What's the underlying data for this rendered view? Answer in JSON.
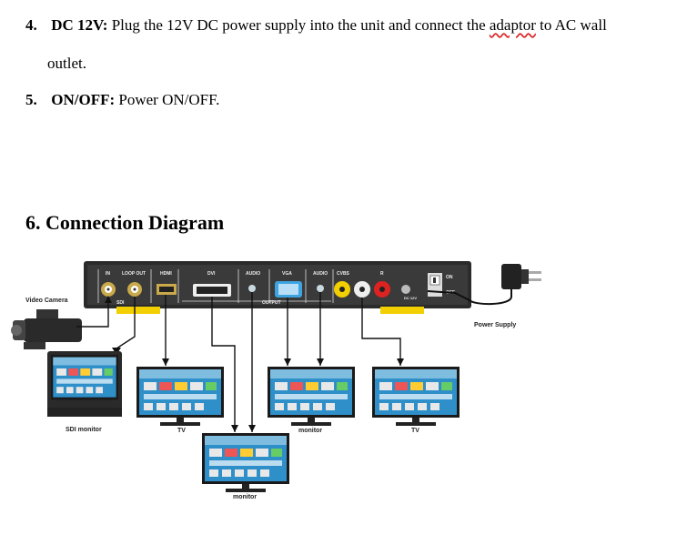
{
  "items": [
    {
      "num": "4.",
      "label": "DC 12V:",
      "text_before": " Plug the 12V DC power supply into the unit and connect the ",
      "highlight": "adaptor",
      "text_after": " to AC wall",
      "continuation": "outlet."
    },
    {
      "num": "5.",
      "label": "ON/OFF:",
      "text": " Power ON/OFF."
    }
  ],
  "heading": "6. Connection Diagram",
  "diagram": {
    "panel_labels": {
      "in": "IN",
      "loop_out": "LOOP OUT",
      "hdmi": "HDMI",
      "dvi": "DVI",
      "audio1": "AUDIO",
      "vga": "VGA",
      "audio2": "AUDIO",
      "cvbs": "CVBS",
      "r": "R",
      "sdi": "SDI",
      "output": "OUTPUT",
      "dc12v": "DC 12V",
      "on": "ON",
      "off": "OFF"
    },
    "devices": {
      "camera": "Video Camera",
      "power": "Power Supply",
      "sdi_monitor": "SDI monitor",
      "tv1": "TV",
      "monitor_center": "monitor",
      "monitor2": "monitor",
      "tv2": "TV"
    }
  }
}
